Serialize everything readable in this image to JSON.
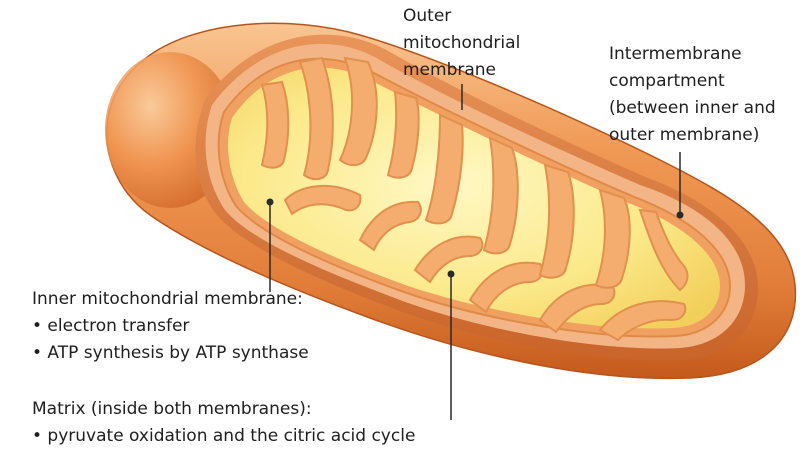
{
  "labels": {
    "outer_membrane": {
      "lines": [
        "Outer",
        "mitochondrial",
        "membrane"
      ]
    },
    "intermembrane": {
      "lines": [
        "Intermembrane",
        "compartment",
        "(between inner and",
        "outer membrane)"
      ]
    },
    "inner_membrane": {
      "lines": [
        "Inner mitochondrial membrane:",
        "• electron transfer",
        "• ATP synthesis by ATP synthase"
      ]
    },
    "matrix": {
      "lines": [
        "Matrix (inside both membranes):",
        "• pyruvate oxidation and the citric acid cycle"
      ]
    }
  },
  "colors": {
    "outer_shell_light": "#f7b27a",
    "outer_shell_mid": "#ee8a45",
    "outer_shell_dark": "#c95e1e",
    "cut_face": "#d87a3a",
    "intermembrane_space": "#f4b888",
    "inner_membrane": "#f0a060",
    "matrix_light": "#fff6b8",
    "matrix_dark": "#f7de6a",
    "leader_line": "#2a2a2a"
  }
}
